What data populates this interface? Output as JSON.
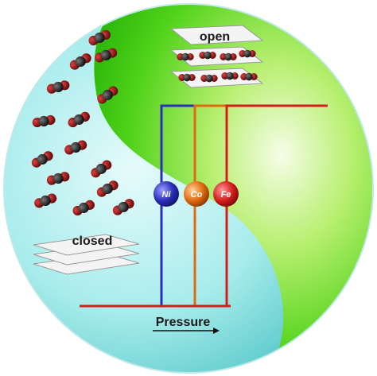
{
  "labels": {
    "open": "open",
    "closed": "closed",
    "pressure": "Pressure"
  },
  "metals": [
    {
      "symbol": "Ni",
      "color": "#2a2fb8"
    },
    {
      "symbol": "Co",
      "color": "#e06a10"
    },
    {
      "symbol": "Fe",
      "color": "#d41e1e"
    }
  ],
  "colors": {
    "green": "#3ecb12",
    "cyan": "#6fd8d8",
    "molecule_red": "#7a0a0a",
    "molecule_black": "#111111"
  }
}
